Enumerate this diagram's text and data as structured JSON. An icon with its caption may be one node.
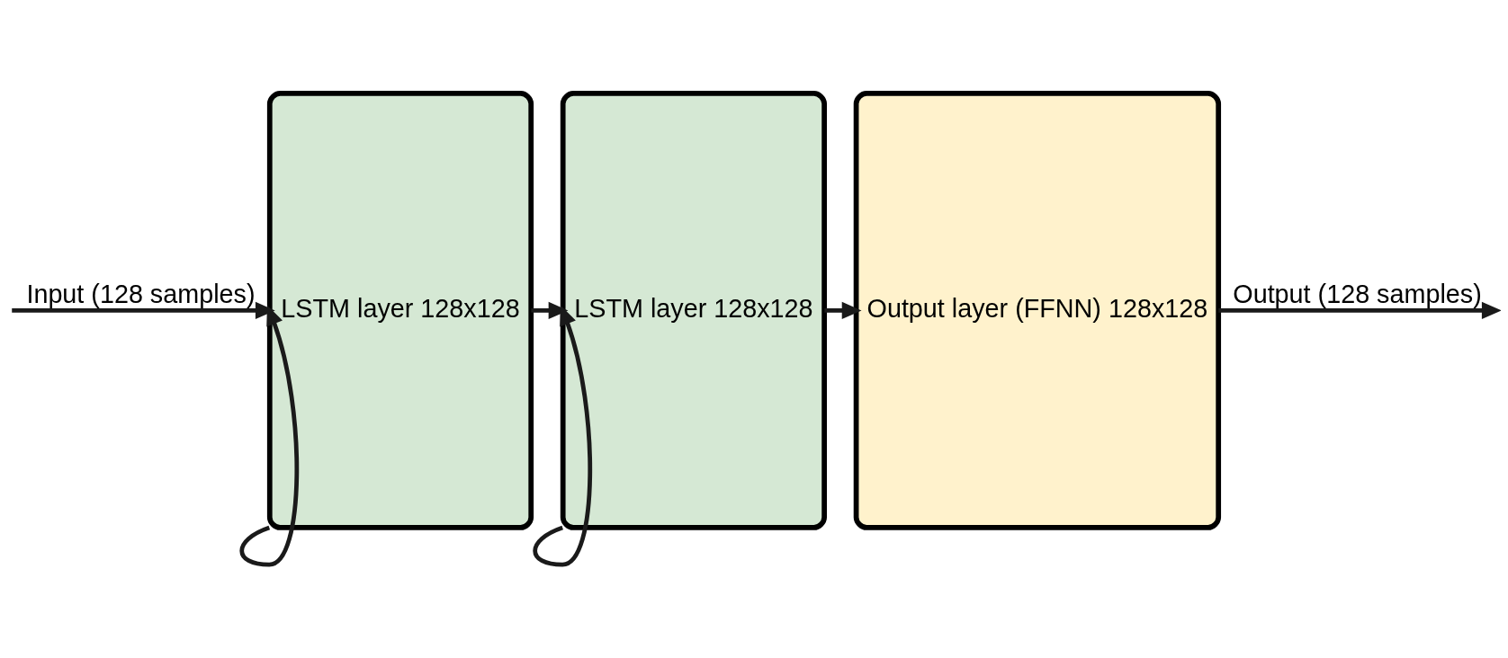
{
  "diagram": {
    "nodes": [
      {
        "text": [
          "LSTM layer 128x128"
        ]
      },
      {
        "text": [
          "LSTM layer 128x128"
        ]
      },
      {
        "text": [
          "Output layer (FFNN) 128x128"
        ]
      }
    ],
    "edges": [
      {
        "from": null,
        "to": 0,
        "arrow": "to",
        "label": "Input (128 samples)"
      },
      {
        "from": 0,
        "to": 0,
        "arrow": "to"
      },
      {
        "from": 0,
        "to": 1,
        "arrow": "to"
      },
      {
        "from": 1,
        "to": 1,
        "arrow": "to"
      },
      {
        "from": 1,
        "to": 2,
        "arrow": "to"
      },
      {
        "from": 2,
        "to": null,
        "arrow": "to",
        "label": "Output (128 samples)"
      }
    ]
  }
}
